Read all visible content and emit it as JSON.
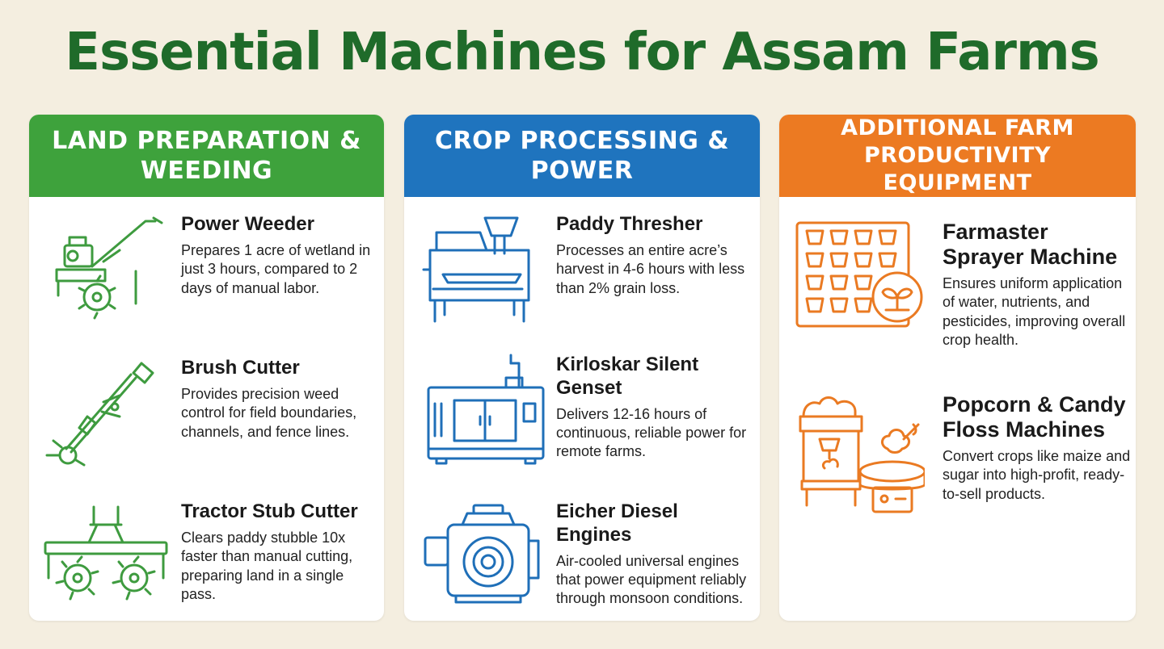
{
  "title": "Essential Machines for Assam Farms",
  "colors": {
    "title": "#1f6b2a",
    "background": "#f4eee0",
    "green_header": "#3ea23c",
    "blue_header": "#1f74be",
    "orange_header": "#ec7a22"
  },
  "columns": [
    {
      "header": "LAND PREPARATION & WEEDING",
      "items": [
        {
          "title": "Power Weeder",
          "icon": "power-weeder-icon",
          "description": "Prepares 1 acre of wetland in just 3 hours, compared to 2 days of manual labor."
        },
        {
          "title": "Brush Cutter",
          "icon": "brush-cutter-icon",
          "description": "Provides precision weed control for field boundaries, channels, and fence lines."
        },
        {
          "title": "Tractor Stub Cutter",
          "icon": "tractor-stub-cutter-icon",
          "description": "Clears paddy stubble 10x faster than manual cutting, preparing land in a single pass."
        }
      ]
    },
    {
      "header": "CROP PROCESSING & POWER",
      "items": [
        {
          "title": "Paddy Thresher",
          "icon": "paddy-thresher-icon",
          "description": "Processes an entire acre’s harvest in 4-6 hours with less than 2% grain loss."
        },
        {
          "title": "Kirloskar Silent Genset",
          "icon": "genset-icon",
          "description": "Delivers 12-16 hours of continuous, reliable power for remote farms."
        },
        {
          "title": "Eicher Diesel Engines",
          "icon": "diesel-engine-icon",
          "description": "Air-cooled universal engines that power equipment reliably through monsoon conditions."
        }
      ]
    },
    {
      "header": "ADDITIONAL FARM PRODUCTIVITY EQUIPMENT",
      "items": [
        {
          "title": "Farmaster Sprayer Machine",
          "icon": "seedling-tray-icon",
          "description": "Ensures uniform application of water, nutrients, and pesticides, improving overall crop health."
        },
        {
          "title": "Popcorn & Candy Floss Machines",
          "icon": "popcorn-machine-icon",
          "description": "Convert crops like maize and sugar into high-profit, ready-to-sell products."
        }
      ]
    }
  ]
}
